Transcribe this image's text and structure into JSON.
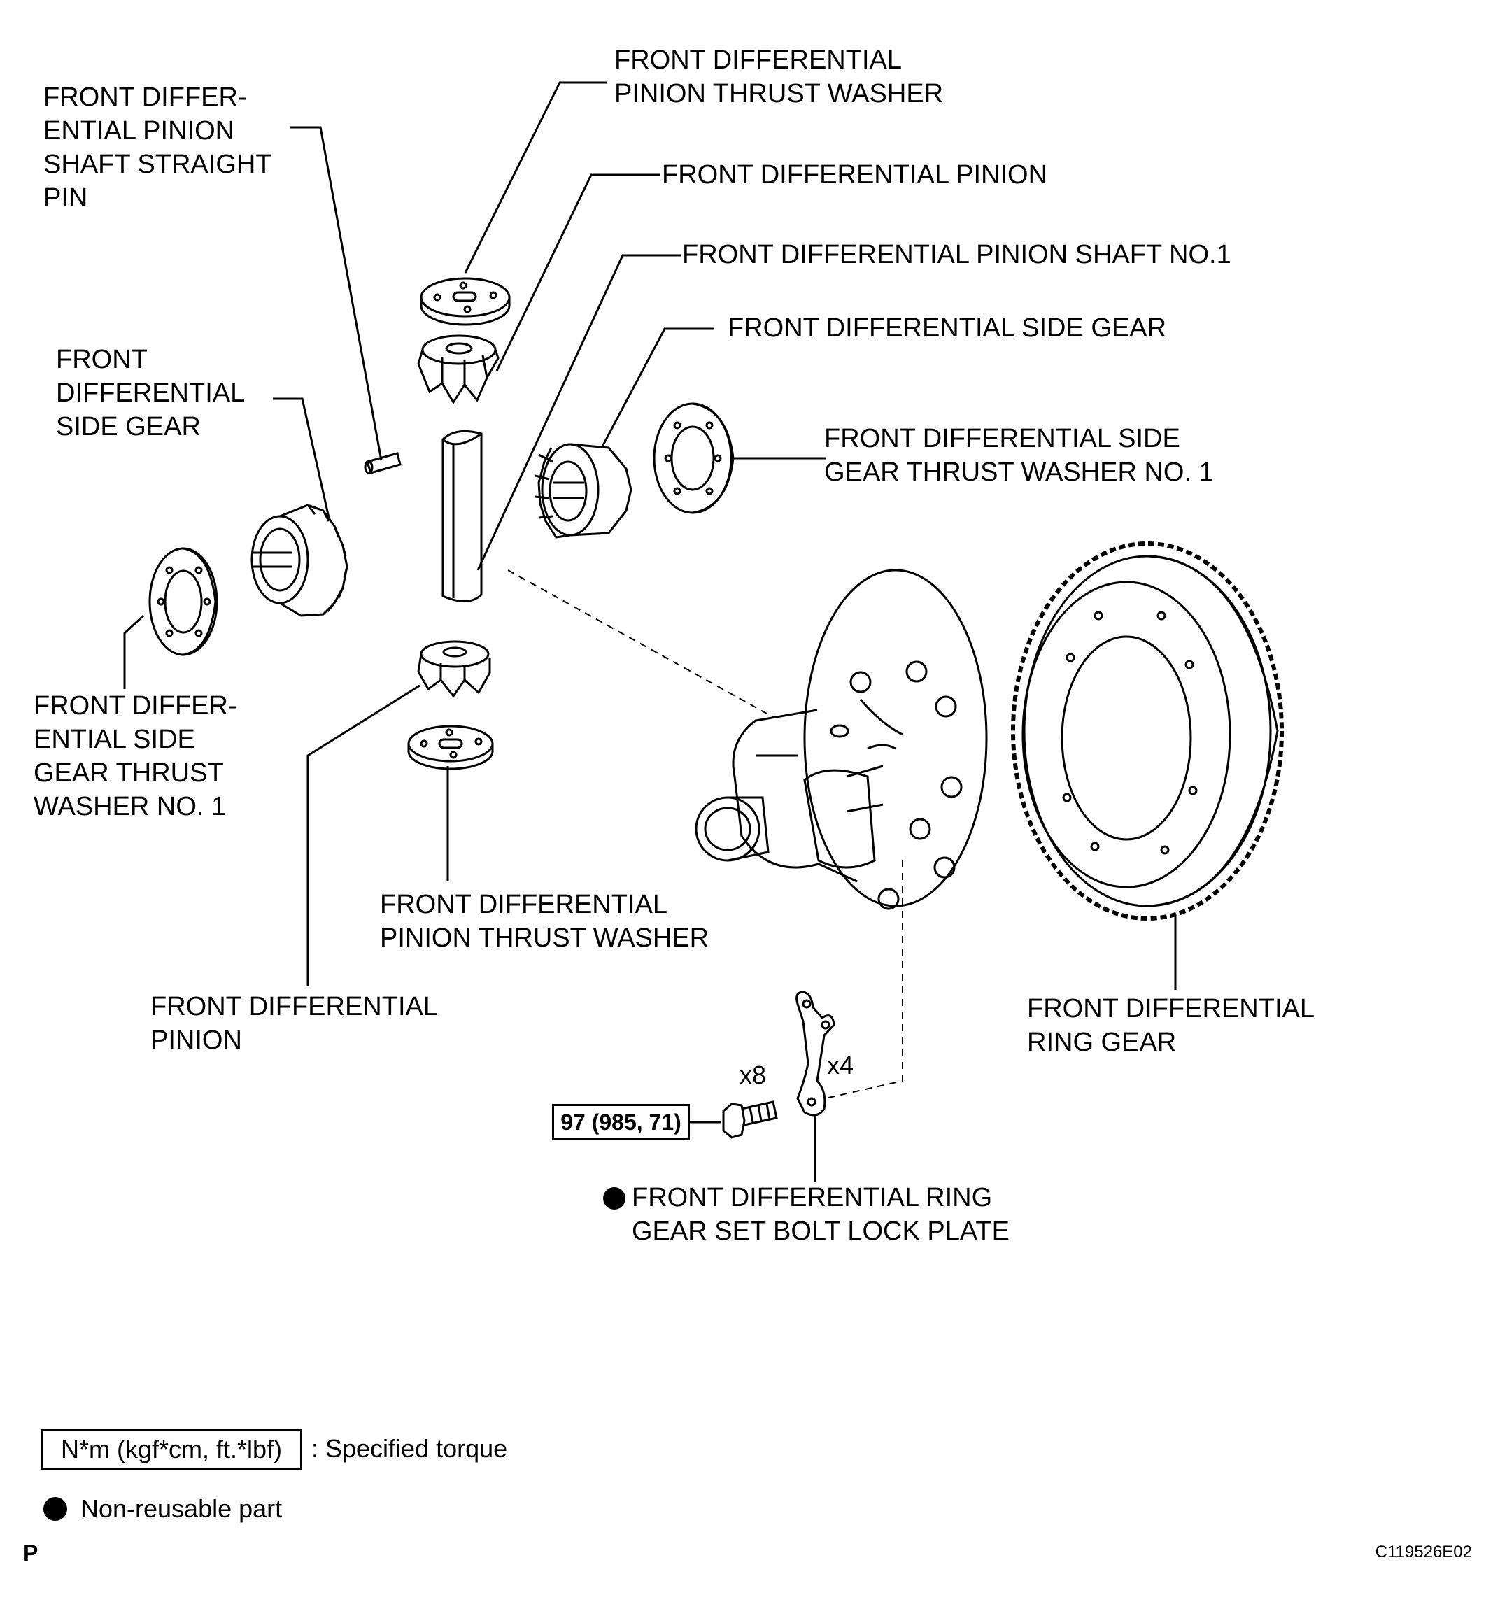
{
  "labels": {
    "pin_thrust_washer_top": "FRONT DIFFERENTIAL\nPINION THRUST WASHER",
    "pinion_top": "FRONT DIFFERENTIAL PINION",
    "pinion_shaft": "FRONT DIFFERENTIAL PINION SHAFT NO.1",
    "side_gear_right": "FRONT DIFFERENTIAL SIDE GEAR",
    "side_thrust_washer_right": "FRONT DIFFERENTIAL SIDE\nGEAR THRUST WASHER NO. 1",
    "straight_pin": "FRONT DIFFER-\nENTIAL PINION\nSHAFT STRAIGHT\nPIN",
    "side_gear_left": "FRONT\nDIFFERENTIAL\nSIDE GEAR",
    "side_thrust_washer_left": "FRONT DIFFER-\nENTIAL SIDE\nGEAR THRUST\nWASHER NO. 1",
    "pin_thrust_washer_bottom": "FRONT DIFFERENTIAL\nPINION THRUST WASHER",
    "pinion_bottom": "FRONT DIFFERENTIAL\nPINION",
    "ring_gear": "FRONT DIFFERENTIAL\nRING GEAR",
    "lock_plate": "FRONT DIFFERENTIAL RING\nGEAR SET BOLT LOCK PLATE"
  },
  "torque": "97 (985, 71)",
  "quantities": {
    "bolts": "x8",
    "plates": "x4"
  },
  "legend": {
    "torque_unit": "N*m (kgf*cm, ft.*lbf)",
    "torque_desc": ": Specified torque",
    "non_reusable": "Non-reusable part"
  },
  "page_letter": "P",
  "figure_code": "C119526E02"
}
